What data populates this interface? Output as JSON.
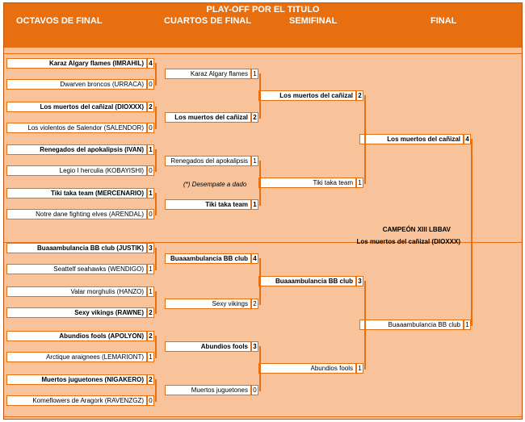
{
  "header": {
    "title": "PLAY-OFF POR EL TITULO",
    "rounds": [
      "OCTAVOS DE FINAL",
      "CUARTOS DE FINAL",
      "SEMIFINAL",
      "FINAL"
    ]
  },
  "octavos": [
    {
      "team": "Karaz Algary flames (IMRAHIL)",
      "score": "4",
      "winner": true
    },
    {
      "team": "Dwarven broncos (URRACA)",
      "score": "0",
      "winner": false
    },
    {
      "team": "Los muertos del cañizal (DIOXXX)",
      "score": "2",
      "winner": true
    },
    {
      "team": "Los violentos de Salendor (SALENDOR)",
      "score": "0",
      "winner": false
    },
    {
      "team": "Renegados del apokalipsis (IVAN)",
      "score": "1",
      "winner": true
    },
    {
      "team": "Legio I herculia (KOBAYISHI)",
      "score": "0",
      "winner": false
    },
    {
      "team": "Tiki taka team (MERCENARIO)",
      "score": "1",
      "winner": true
    },
    {
      "team": "Notre dane fighting elves (ARENDAL)",
      "score": "0",
      "winner": false
    },
    {
      "team": "Buaaambulancia BB club (JUSTIK)",
      "score": "3",
      "winner": true
    },
    {
      "team": "Seattelf seahawks (WENDIGO)",
      "score": "1",
      "winner": false
    },
    {
      "team": "Valar morghulis (HANZO)",
      "score": "1",
      "winner": false
    },
    {
      "team": "Sexy vikings (RAWNE)",
      "score": "2",
      "winner": true
    },
    {
      "team": "Abundios fools (APOLYON)",
      "score": "2",
      "winner": true
    },
    {
      "team": "Arctique araignees (LEMARIONT)",
      "score": "1",
      "winner": false
    },
    {
      "team": "Muertos juguetones (NIGAKERO)",
      "score": "2",
      "winner": true
    },
    {
      "team": "Komeflowers de Aragork (RAVENZGZ)",
      "score": "0",
      "winner": false
    }
  ],
  "cuartos": [
    {
      "team": "Karaz Algary flames",
      "score": "1",
      "winner": false
    },
    {
      "team": "Los muertos del cañizal",
      "score": "2",
      "winner": true
    },
    {
      "team": "Renegados del apokalipsis",
      "score": "1",
      "winner": false
    },
    {
      "team": "Tiki taka team",
      "score": "1",
      "winner": true
    },
    {
      "team": "Buaaambulancia BB club",
      "score": "4",
      "winner": true
    },
    {
      "team": "Sexy vikings",
      "score": "2",
      "winner": false
    },
    {
      "team": "Abundios fools",
      "score": "3",
      "winner": true
    },
    {
      "team": "Muertos juguetones",
      "score": "0",
      "winner": false
    }
  ],
  "semifinal": [
    {
      "team": "Los muertos del cañizal",
      "score": "2",
      "winner": true
    },
    {
      "team": "Tiki taka team",
      "score": "1",
      "winner": false
    },
    {
      "team": "Buaaambulancia BB club",
      "score": "3",
      "winner": true
    },
    {
      "team": "Abundios fools",
      "score": "1",
      "winner": false
    }
  ],
  "final": [
    {
      "team": "Los muertos del cañizal",
      "score": "4",
      "winner": true
    },
    {
      "team": "Buaaambulancia BB club",
      "score": "1",
      "winner": false
    }
  ],
  "note": "(*) Desempate a dado",
  "champion": {
    "title": "CAMPEÓN XIII LBBAV",
    "name": "Los muertos del cañizal (DIOXXX)"
  },
  "colors": {
    "accent": "#e86f0f",
    "background": "#f8c39b",
    "cell": "#ffffff"
  }
}
